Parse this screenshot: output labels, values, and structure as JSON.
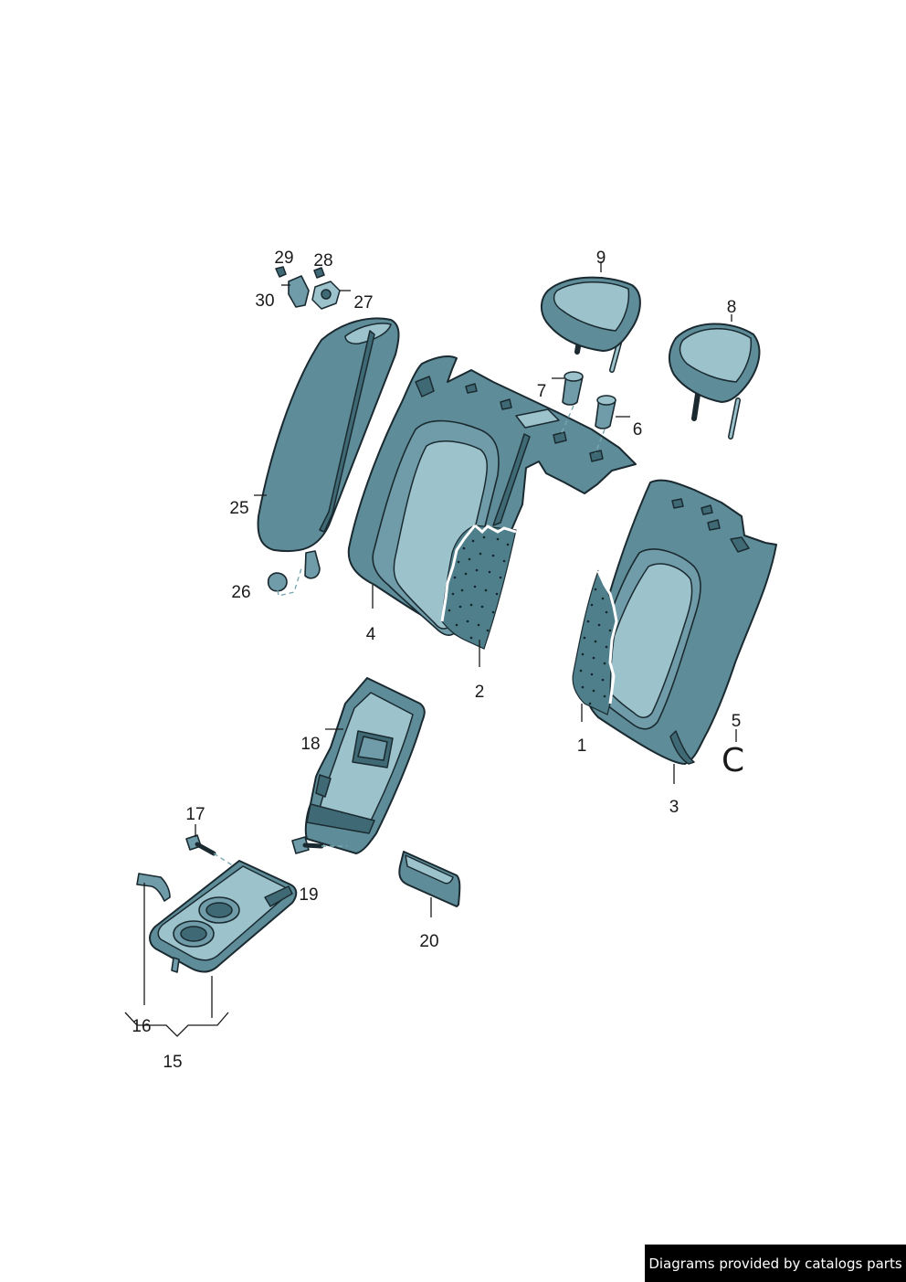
{
  "labels": {
    "p1": "1",
    "p2": "2",
    "p3": "3",
    "p4": "4",
    "p5": "5",
    "p6": "6",
    "p7": "7",
    "p8": "8",
    "p9": "9",
    "p15": "15",
    "p16": "16",
    "p17": "17",
    "p18": "18",
    "p19": "19",
    "p20": "20",
    "p25": "25",
    "p26": "26",
    "p27": "27",
    "p28": "28",
    "p29": "29",
    "p30": "30"
  },
  "clip_symbol": "C",
  "credit": "Diagrams provided by catalogs parts",
  "colors": {
    "part_fill": "#5e8d99",
    "part_light": "#9cc2cc",
    "outline": "#1a2a30",
    "credit_bg": "#000000",
    "credit_text": "#ffffff"
  }
}
